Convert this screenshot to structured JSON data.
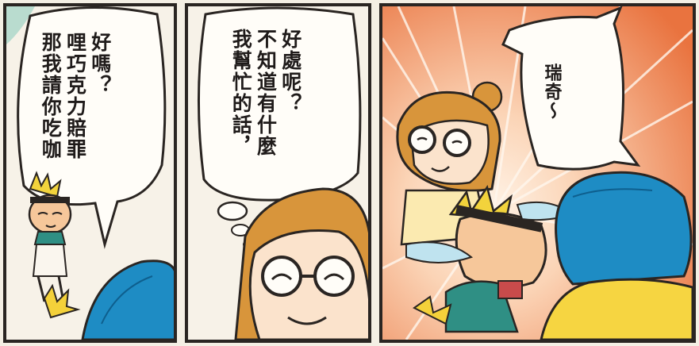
{
  "panels": [
    {
      "lines": [
        "好嗎？",
        "哩巧克力賠罪",
        "那我請你吃咖"
      ]
    },
    {
      "lines": [
        "好處呢？",
        "不知道有什麼",
        "我幫忙的話，"
      ]
    },
    {
      "lines": [
        "瑞奇～"
      ]
    }
  ],
  "colors": {
    "ink": "#1f1b1a",
    "cream": "#f7f2e8",
    "burst": "#f2a47d",
    "hair_blue": "#1e8cc4",
    "hair_orange": "#d8953b"
  }
}
